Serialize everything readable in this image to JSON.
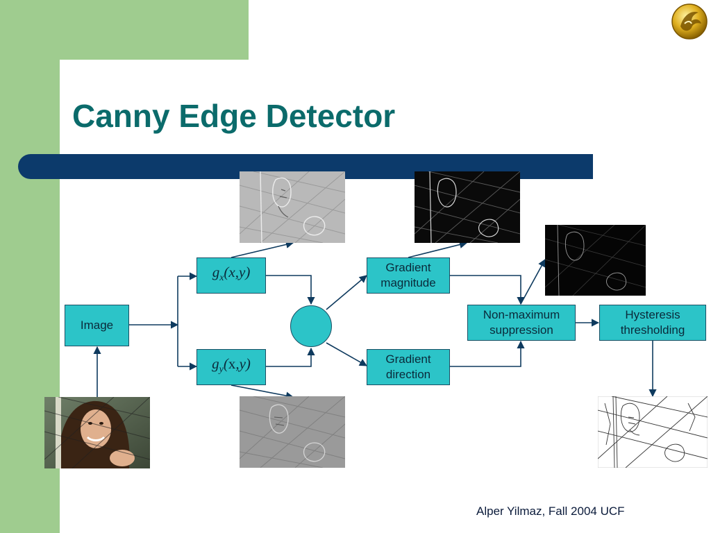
{
  "slide": {
    "title": "Canny Edge Detector",
    "footer": "Alper Yilmaz, Fall 2004 UCF"
  },
  "diagram": {
    "nodes": {
      "image": "Image",
      "gx": "gx(x,y)",
      "gy": "gy(x,y)",
      "gradient_magnitude": "Gradient\nmagnitude",
      "gradient_direction": "Gradient\ndirection",
      "non_max_suppression": "Non-maximum\nsuppression",
      "hysteresis": "Hysteresis\nthresholding"
    }
  },
  "colors": {
    "accent_green": "#9fcc8f",
    "title_teal": "#0b6b6b",
    "bar_navy": "#0c3a6b",
    "box_fill": "#2cc4c8",
    "arrow": "#0e3a5e"
  }
}
